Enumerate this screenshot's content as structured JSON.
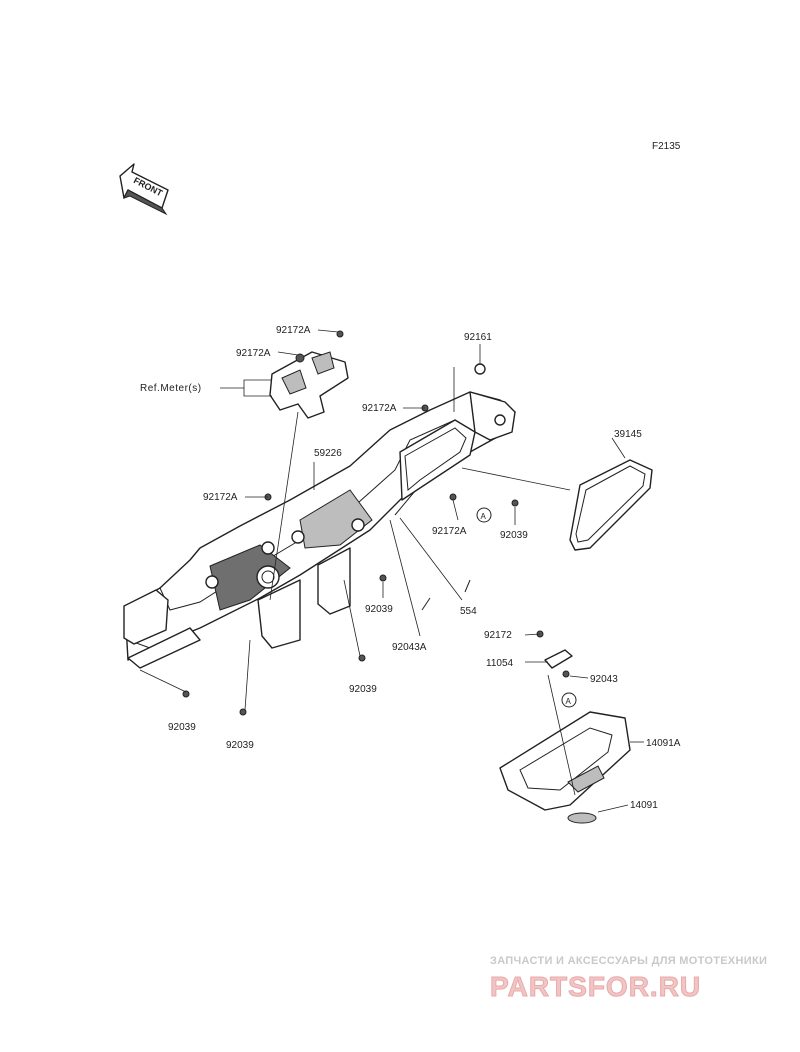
{
  "diagram": {
    "code": "F2135",
    "front_label": "FRONT",
    "ref_label": "Ref.Meter(s)",
    "circle_marker": "A",
    "parts": [
      "92172A",
      "92172A",
      "92172A",
      "92172A",
      "92172A",
      "92161",
      "59226",
      "39145",
      "92039",
      "554",
      "92043A",
      "92039",
      "92172",
      "11054",
      "92043",
      "14091A",
      "14091",
      "92039",
      "92039"
    ]
  },
  "watermark": {
    "tagline": "ЗАПЧАСТИ И АКСЕССУАРЫ ДЛЯ МОТОТЕХНИКИ",
    "brand": "PARTSFOR.RU"
  },
  "colors": {
    "line": "#222222",
    "shade": "#bdbdbd",
    "watermark_brand": "#f2c5c5"
  }
}
